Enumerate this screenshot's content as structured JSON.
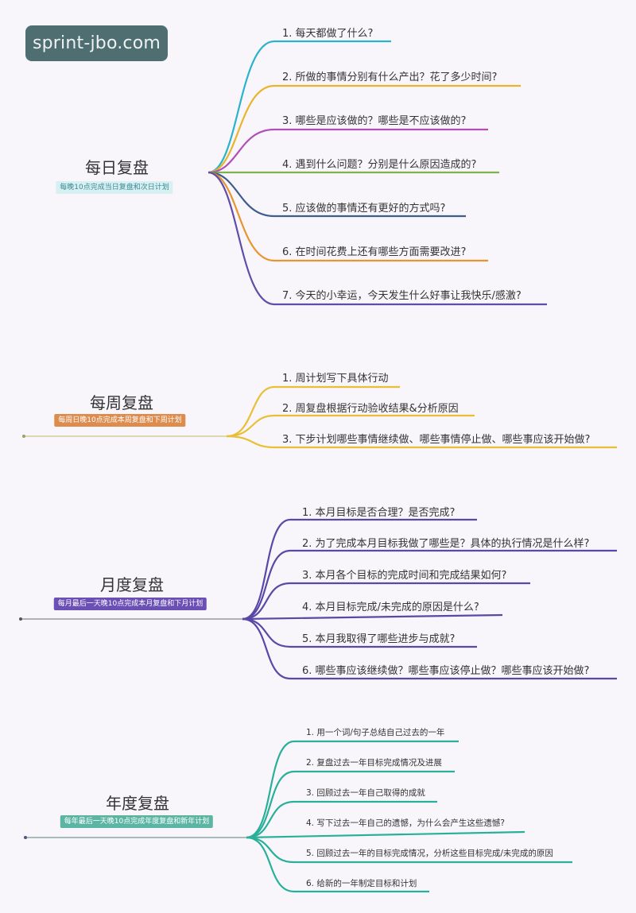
{
  "watermark": "sprint-jbo.com",
  "sections": [
    {
      "id": "daily",
      "title": "每日复盘",
      "subtitle": "每晚10点完成当日复盘和次日计划",
      "subtitle_bg": "#d9f0f3",
      "subtitle_color": "#3a8a96",
      "items": [
        {
          "label": "1. 每天都做了什么?",
          "color": "#2bb2cc"
        },
        {
          "label": "2. 所做的事情分别有什么产出？花了多少时间?",
          "color": "#e9b52e"
        },
        {
          "label": "3. 哪些是应该做的？哪些是不应该做的?",
          "color": "#b04fb8"
        },
        {
          "label": "4. 遇到什么问题？分别是什么原因造成的?",
          "color": "#7fb14e"
        },
        {
          "label": "5. 应该做的事情还有更好的方式吗?",
          "color": "#3e5c8f"
        },
        {
          "label": "6. 在时间花费上还有哪些方面需要改进?",
          "color": "#e9952e"
        },
        {
          "label": "7. 今天的小幸运，今天发生什么好事让我快乐/感激?",
          "color": "#5f4ea8"
        }
      ]
    },
    {
      "id": "weekly",
      "title": "每周复盘",
      "subtitle": "每周日晚10点完成本周复盘和下周计划",
      "subtitle_bg": "#dd8c4e",
      "subtitle_color": "#ffffff",
      "items": [
        {
          "label": "1. 周计划写下具体行动",
          "color": "#e8bf35"
        },
        {
          "label": "2. 周复盘根据行动验收结果&分析原因",
          "color": "#e8bf35"
        },
        {
          "label": "3. 下步计划哪些事情继续做、哪些事情停止做、哪些事应该开始做?",
          "color": "#e8bf35"
        }
      ]
    },
    {
      "id": "monthly",
      "title": "月度复盘",
      "subtitle": "每月最后一天晚10点完成本月复盘和下月计划",
      "subtitle_bg": "#6a4fb5",
      "subtitle_color": "#ffffff",
      "items": [
        {
          "label": "1. 本月目标是否合理？是否完成?",
          "color": "#5a48a6"
        },
        {
          "label": "2. 为了完成本月目标我做了哪些是？具体的执行情况是什么样?",
          "color": "#5a48a6"
        },
        {
          "label": "3. 本月各个目标的完成时间和完成结果如何?",
          "color": "#5a48a6"
        },
        {
          "label": "4. 本月目标完成/未完成的原因是什么?",
          "color": "#5a48a6"
        },
        {
          "label": "5. 本月我取得了哪些进步与成就?",
          "color": "#5a48a6"
        },
        {
          "label": "6. 哪些事应该继续做？哪些事应该停止做？哪些事应该开始做?",
          "color": "#5a48a6"
        }
      ]
    },
    {
      "id": "yearly",
      "title": "年度复盘",
      "subtitle": "每年最后一天晚10点完成年度复盘和新年计划",
      "subtitle_bg": "#5bb5a2",
      "subtitle_color": "#ffffff",
      "items": [
        {
          "label": "1. 用一个词/句子总结自己过去的一年",
          "color": "#2ab09a"
        },
        {
          "label": "2. 复盘过去一年目标完成情况及进展",
          "color": "#2ab09a"
        },
        {
          "label": "3. 回顾过去一年自己取得的成就",
          "color": "#2ab09a"
        },
        {
          "label": "4. 写下过去一年自己的遗憾，为什么会产生这些遗憾?",
          "color": "#2ab09a"
        },
        {
          "label": "5. 回顾过去一年的目标完成情况，分析这些目标完成/未完成的原因",
          "color": "#2ab09a"
        },
        {
          "label": "6. 给新的一年制定目标和计划",
          "color": "#2ab09a"
        }
      ]
    }
  ]
}
